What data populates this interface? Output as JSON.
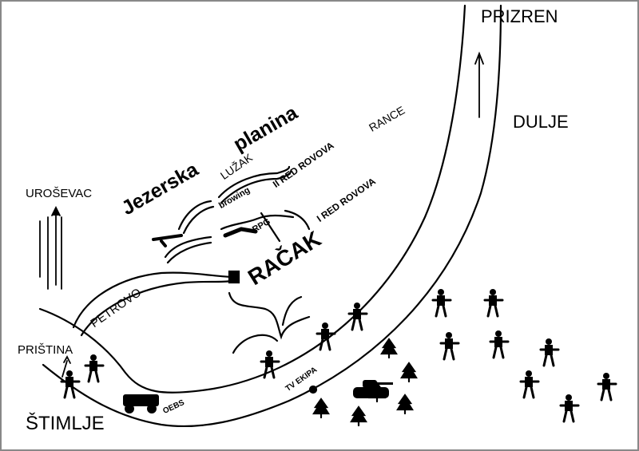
{
  "places": {
    "prizren": "PRIZREN",
    "dulje": "DULJE",
    "rance": "RANCE",
    "urosevac": "UROŠEVAC",
    "jezerska": "Jezerska",
    "planina": "planina",
    "luzak": "LUŽAK",
    "racak": "RAČAK",
    "petrovo": "PETROVO",
    "pristina": "PRIŠTINA",
    "stimlje": "ŠTIMLJE"
  },
  "annotations": {
    "red_rovova_2": "II RED ROVOVA",
    "red_rovova_1": "I RED ROVOVA",
    "browing": "browing",
    "rpg": "RPG",
    "oebs": "OEBS",
    "tv_ekipa": "TV EKIPA"
  },
  "colors": {
    "ink": "#000000",
    "background": "#ffffff"
  }
}
